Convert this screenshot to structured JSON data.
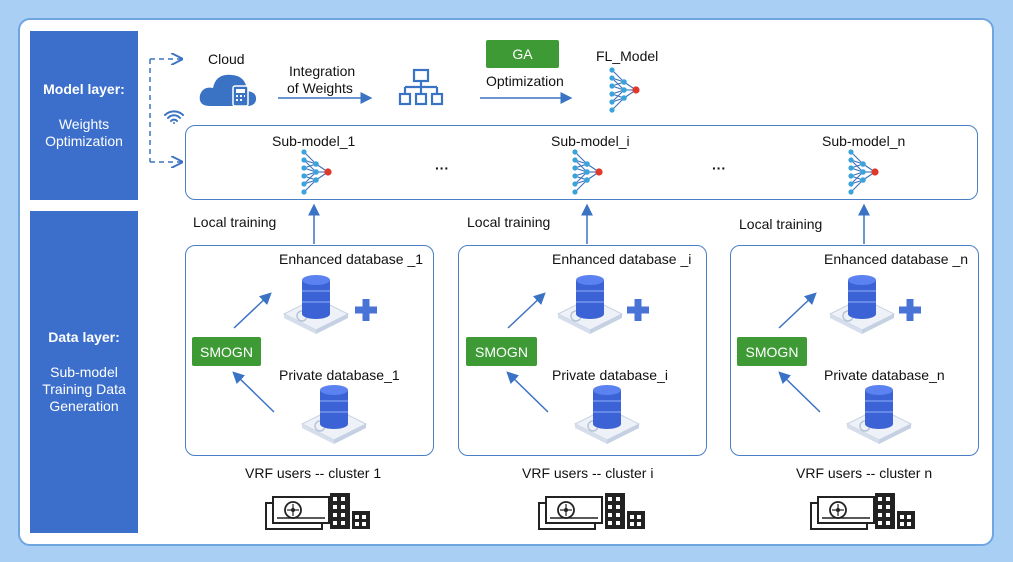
{
  "model_layer": {
    "title": "Model layer:",
    "subtitle_line1": "Weights",
    "subtitle_line2": "Optimization"
  },
  "data_layer": {
    "title": "Data layer:",
    "subtitle_line1": "Sub-model",
    "subtitle_line2": "Training Data",
    "subtitle_line3": "Generation"
  },
  "top": {
    "cloud_label": "Cloud",
    "integration_line1": "Integration",
    "integration_line2": "of  Weights",
    "ga_label": "GA",
    "optimization_label": "Optimization",
    "fl_model_label": "FL_Model"
  },
  "submodels": {
    "m1": "Sub-model_1",
    "mi": "Sub-model_i",
    "mn": "Sub-model_n",
    "ellipsis": "···"
  },
  "clusters": [
    {
      "local_training": "Local training",
      "enhanced_db": "Enhanced database _1",
      "smogn": "SMOGN",
      "private_db": "Private database_1",
      "users": "VRF users -- cluster 1"
    },
    {
      "local_training": "Local training",
      "enhanced_db": "Enhanced database _i",
      "smogn": "SMOGN",
      "private_db": "Private database_i",
      "users": "VRF users -- cluster i"
    },
    {
      "local_training": "Local training",
      "enhanced_db": "Enhanced database _n",
      "smogn": "SMOGN",
      "private_db": "Private database_n",
      "users": "VRF users -- cluster n"
    }
  ],
  "colors": {
    "layer_blue": "#3c6fcb",
    "green": "#3d9a35",
    "arrow": "#3b73c4",
    "node_blue": "#3aa3dc",
    "node_red": "#e0382b"
  }
}
